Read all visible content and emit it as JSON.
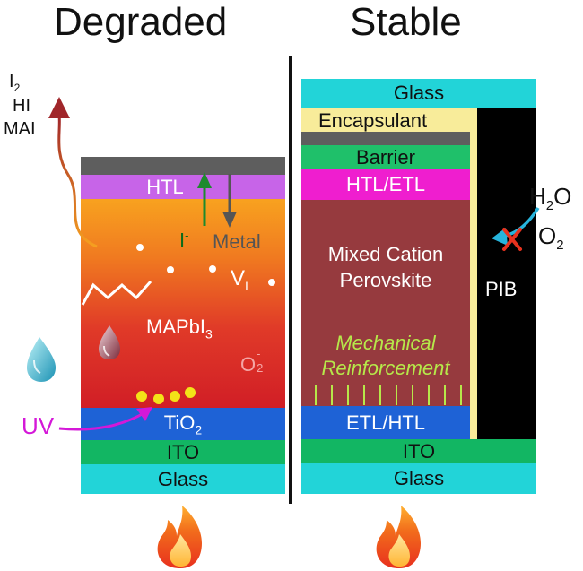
{
  "titles": {
    "left": "Degraded",
    "right": "Stable"
  },
  "left_stack": {
    "htl": "HTL",
    "tio2": "TiO",
    "tio2_sub": "2",
    "ito": "ITO",
    "glass": "Glass",
    "iodide": "I",
    "iodide_sup": "-",
    "metal": "Metal",
    "vacancy": "V",
    "vacancy_sub": "I",
    "perovskite": "MAPbI",
    "perovskite_sub": "3",
    "superoxide": "O",
    "superoxide_sub": "2",
    "superoxide_sup": "-",
    "uv": "UV",
    "products": {
      "i2": "I",
      "i2_sub": "2",
      "hi": "HI",
      "mai": "MAI"
    }
  },
  "right_stack": {
    "glass_top": "Glass",
    "encapsulant": "Encapsulant",
    "barrier": "Barrier",
    "htl_etl": "HTL/ETL",
    "perovskite_line1": "Mixed Cation",
    "perovskite_line2": "Perovskite",
    "reinforcement_line1": "Mechanical",
    "reinforcement_line2": "Reinforcement",
    "etl_htl": "ETL/HTL",
    "ito": "ITO",
    "glass_bottom": "Glass",
    "pib": "PIB",
    "h2o": "H",
    "h2o_sub": "2",
    "h2o_end": "O",
    "o2": "O",
    "o2_sub": "2"
  },
  "colors": {
    "glass": "#22d4d8",
    "ito": "#12b663",
    "tio2": "#1e62d6",
    "htl": "#c764e8",
    "barrier": "#1fc06a",
    "htl_etl": "#ef1ecf",
    "encapsulant": "#f8ec9a",
    "gray_cap": "#5e5e5e",
    "perovskite_right": "#963a3e",
    "pib": "#000000",
    "uv": "#d418d8",
    "reinforcement": "#b6e84a"
  },
  "icons": [
    "flame-icon",
    "water-drop-icon",
    "x-mark-icon"
  ]
}
